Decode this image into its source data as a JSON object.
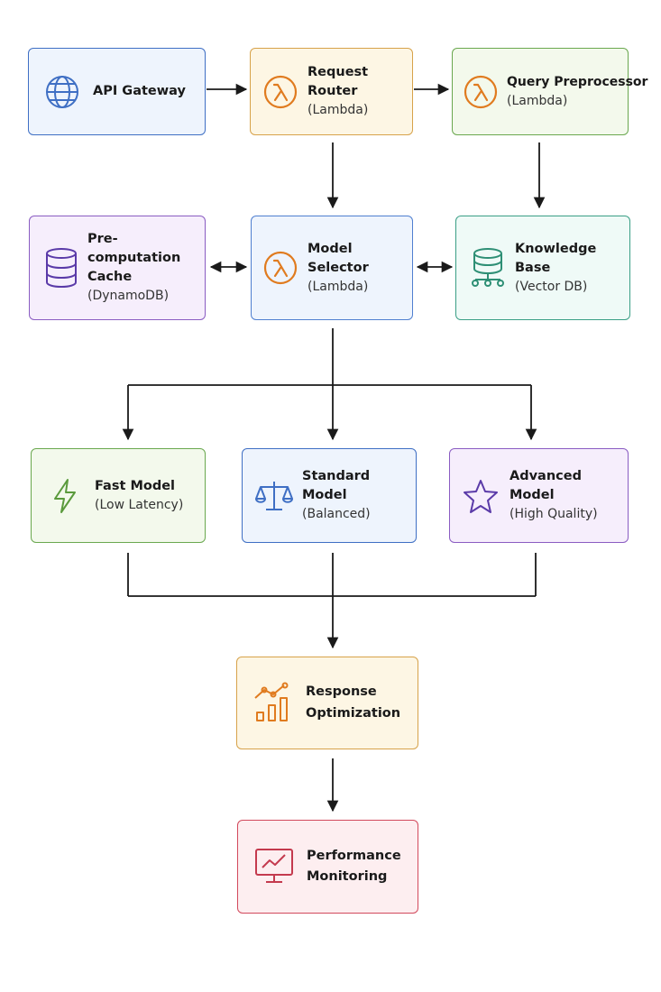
{
  "nodes": {
    "api_gateway": {
      "title": "API Gateway",
      "icon": "globe-icon"
    },
    "request_router": {
      "title": "Request Router",
      "subtitle": "(Lambda)",
      "icon": "lambda-icon"
    },
    "query_preprocessor": {
      "title": "Query Preprocessor",
      "subtitle": "(Lambda)",
      "icon": "lambda-icon"
    },
    "precomputation_cache": {
      "title_line1": "Pre-computation",
      "title_line2": "Cache",
      "subtitle": "(DynamoDB)",
      "icon": "database-icon"
    },
    "model_selector": {
      "title": "Model Selector",
      "subtitle": "(Lambda)",
      "icon": "lambda-icon"
    },
    "knowledge_base": {
      "title": "Knowledge Base",
      "subtitle": "(Vector DB)",
      "icon": "vector-database-icon"
    },
    "fast_model": {
      "title": "Fast Model",
      "subtitle": "(Low Latency)",
      "icon": "lightning-icon"
    },
    "standard_model": {
      "title": "Standard Model",
      "subtitle": "(Balanced)",
      "icon": "scale-icon"
    },
    "advanced_model": {
      "title": "Advanced Model",
      "subtitle": "(High Quality)",
      "icon": "star-icon"
    },
    "response_optimization": {
      "title_line1": "Response",
      "title_line2": "Optimization",
      "icon": "chart-growth-icon"
    },
    "performance_monitoring": {
      "title_line1": "Performance",
      "title_line2": "Monitoring",
      "icon": "monitor-chart-icon"
    }
  },
  "colors": {
    "blue": "#3f6fc4",
    "orange": "#e07b1f",
    "green": "#5a9a3c",
    "purple": "#5a3aa8",
    "teal": "#2e8f75",
    "red": "#c43a4e",
    "arrow": "#1a1a1a"
  },
  "edges": [
    {
      "from": "api_gateway",
      "to": "request_router"
    },
    {
      "from": "request_router",
      "to": "query_preprocessor"
    },
    {
      "from": "request_router",
      "to": "model_selector"
    },
    {
      "from": "query_preprocessor",
      "to": "knowledge_base"
    },
    {
      "from": "model_selector",
      "to": "precomputation_cache",
      "bidirectional": true
    },
    {
      "from": "model_selector",
      "to": "knowledge_base",
      "bidirectional": true
    },
    {
      "from": "model_selector",
      "to": "fast_model"
    },
    {
      "from": "model_selector",
      "to": "standard_model"
    },
    {
      "from": "model_selector",
      "to": "advanced_model"
    },
    {
      "from": "fast_model",
      "to": "response_optimization"
    },
    {
      "from": "standard_model",
      "to": "response_optimization"
    },
    {
      "from": "advanced_model",
      "to": "response_optimization"
    },
    {
      "from": "response_optimization",
      "to": "performance_monitoring"
    }
  ]
}
